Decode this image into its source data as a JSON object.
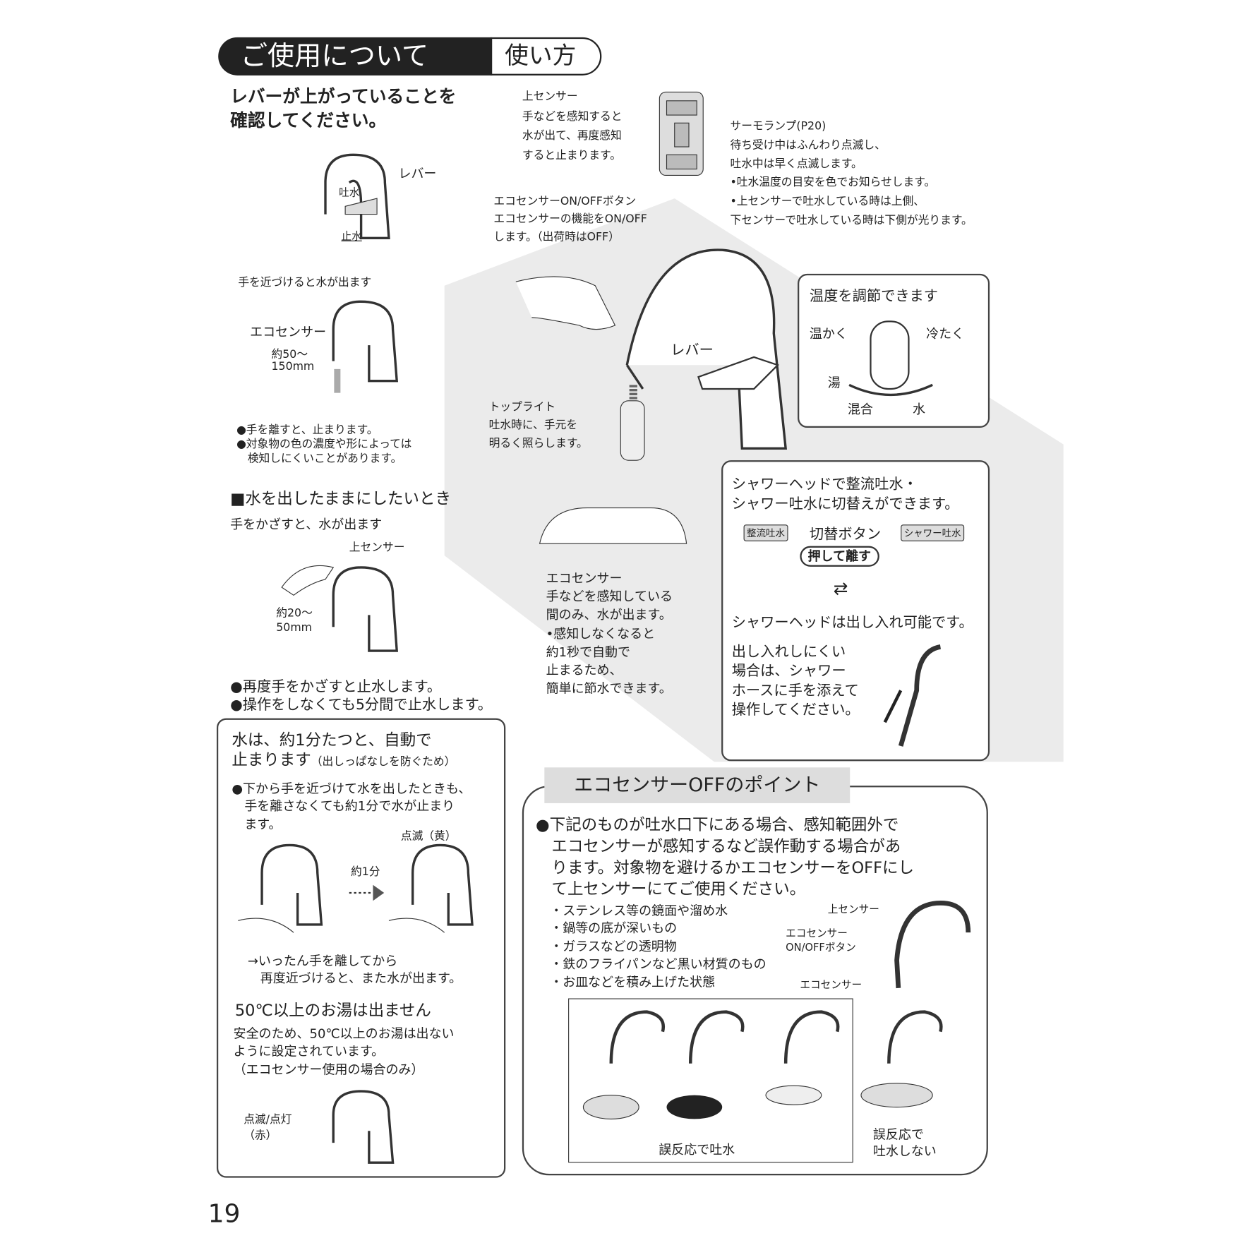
{
  "header": {
    "title": "ご使用について",
    "subtitle": "使い方"
  },
  "lever": {
    "heading": "レバーが上がっていることを\n確認してください。",
    "label": "レバー",
    "on": "吐水",
    "off": "止水"
  },
  "eco_intro": {
    "caption": "手を近づけると水が出ます",
    "sensor": "エコセンサー",
    "distance": "約50〜\n150mm",
    "notes": "●手を離すと、止まります。\n●対象物の色の濃度や形によっては\n　検知しにくいことがあります。"
  },
  "keep_water": {
    "heading": "■水を出したままにしたいとき",
    "sub": "手をかざすと、水が出ます",
    "sensor": "上センサー",
    "distance": "約20〜\n50mm",
    "notes": "●再度手をかざすと止水します。\n●操作をしなくても5分間で止水します。"
  },
  "auto_stop": {
    "heading": "水は、約1分たつと、自動で\n止まります",
    "heading_note": "（出しっぱなしを防ぐため）",
    "bullet": "●下から手を近づけて水を出したときも、\n　手を離さなくても約1分で水が止まり\n　ます。",
    "blink": "点滅（黄）",
    "time": "約1分",
    "after": "→いったん手を離してから\n　再度近づけると、また水が出ます。",
    "hot_heading": "50℃以上のお湯は出ません",
    "hot_text": "安全のため、50℃以上のお湯は出ない\nように設定されています。\n（エコセンサー使用の場合のみ）",
    "red": "点滅/点灯\n（赤）"
  },
  "diagram": {
    "top_sensor": "上センサー\n手などを感知すると\n水が出て、再度感知\nすると止まります。",
    "thermo": "サーモランプ(P20)\n待ち受け中はふんわり点滅し、\n吐水中は早く点滅します。\n•吐水温度の目安を色でお知らせします。\n•上センサーで吐水している時は上側、\n 下センサーで吐水している時は下側が光ります。",
    "eco_button": "エコセンサーON/OFFボタン\nエコセンサーの機能をON/OFF\nします。（出荷時はOFF）",
    "lever": "レバー",
    "toplight": "トップライト\n吐水時に、手元を\n明るく照らします。",
    "eco_sensor": "エコセンサー\n手などを感知している\n間のみ、水が出ます。\n•感知しなくなると\n 約1秒で自動で\n 止まるため、\n 簡単に節水できます。"
  },
  "temperature": {
    "title": "温度を調節できます",
    "warm": "温かく",
    "cold": "冷たく",
    "hot": "湯",
    "mix": "混合",
    "water": "水"
  },
  "shower": {
    "title": "シャワーヘッドで整流吐水・\nシャワー吐水に切替えができます。",
    "straight": "整流吐水",
    "shower": "シャワー吐水",
    "switch": "切替ボタン",
    "press": "押して離す",
    "retract": "シャワーヘッドは出し入れ可能です。",
    "hint": "出し入れしにくい\n場合は、シャワー\nホースに手を添えて\n操作してください。"
  },
  "eco_off": {
    "title": "エコセンサーOFFのポイント",
    "text": "●下記のものが吐水口下にある場合、感知範囲外で\n　エコセンサーが感知するなど誤作動する場合があ\n　ります。対象物を避けるかエコセンサーをOFFにし\n　て上センサーにてご使用ください。",
    "items": "・ステンレス等の鏡面や溜め水\n・鍋等の底が深いもの\n・ガラスなどの透明物\n・鉄のフライパンなど黒い材質のもの\n・お皿などを積み上げた状態",
    "top": "上センサー",
    "button": "エコセンサー\nON/OFFボタン",
    "eco": "エコセンサー",
    "false_on": "誤反応で吐水",
    "no_false": "誤反応で\n吐水しない"
  },
  "page_number": "19"
}
